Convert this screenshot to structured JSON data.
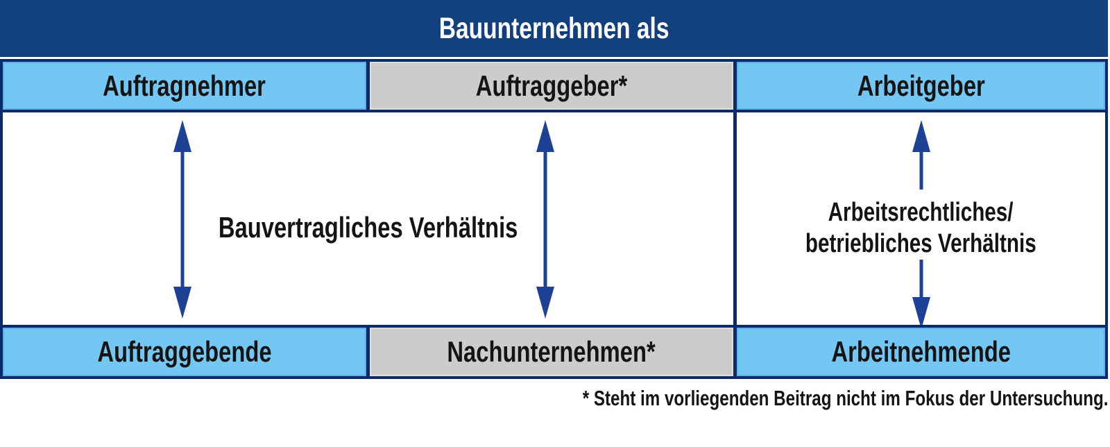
{
  "colors": {
    "navy_header": "#12407f",
    "navy_border": "#0a2a6b",
    "arrow_blue": "#1c4195",
    "light_blue": "#74c6f3",
    "cell_gray": "#cdccca",
    "text_dark": "#141414"
  },
  "header": {
    "title": "Bauunternehmen als"
  },
  "top_row": {
    "cells": [
      {
        "label": "Auftragnehmer",
        "variant": "blue"
      },
      {
        "label": "Auftraggeber*",
        "variant": "gray"
      },
      {
        "label": "Arbeitgeber",
        "variant": "blue"
      }
    ]
  },
  "middle": {
    "left_relationship": {
      "label": "Bauvertragliches Verhältnis"
    },
    "right_relationship": {
      "label_line1": "Arbeitsrechtliches/",
      "label_line2": "betriebliches Verhältnis"
    }
  },
  "bottom_row": {
    "cells": [
      {
        "label": "Auftraggebende",
        "variant": "blue"
      },
      {
        "label": "Nachunternehmen*",
        "variant": "gray"
      },
      {
        "label": "Arbeitnehmende",
        "variant": "blue"
      }
    ]
  },
  "footnote": "* Steht im vorliegenden Beitrag nicht im Fokus der Untersuchung."
}
